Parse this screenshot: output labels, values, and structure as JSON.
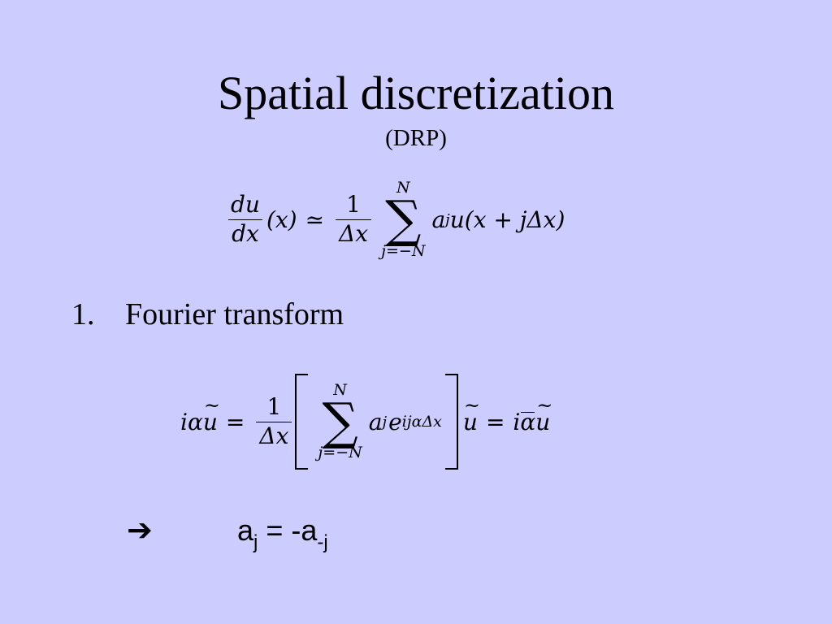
{
  "slide": {
    "title": "Spatial discretization",
    "subtitle": "(DRP)"
  },
  "equation1": {
    "lhs_num": "du",
    "lhs_den": "dx",
    "lhs_arg": "(x)",
    "approx": "≃",
    "coef_num": "1",
    "coef_den": "Δx",
    "sum_upper": "N",
    "sum_lower": "j=−N",
    "sum_symbol": "∑",
    "term_a": "a",
    "term_a_sub": "j",
    "term_rest": "u(x + jΔx)"
  },
  "list": {
    "number": "1.",
    "item": "Fourier transform"
  },
  "equation2": {
    "lhs_prefix": "iα",
    "lhs_u": "u",
    "eq1": "=",
    "coef_num": "1",
    "coef_den": "Δx",
    "sum_upper": "N",
    "sum_lower": "j=−N",
    "sum_symbol": "∑",
    "term_a": "a",
    "term_a_sub": "j",
    "term_e": "e",
    "term_exp": "ijαΔx",
    "mid_u": "u",
    "eq2": "=",
    "rhs_i": "i",
    "rhs_alpha": "α",
    "rhs_u": "u"
  },
  "result": {
    "arrow": "➔",
    "lhs": "a",
    "lhs_sub": "j",
    "eq": " = -a",
    "rhs_sub": "-j"
  }
}
